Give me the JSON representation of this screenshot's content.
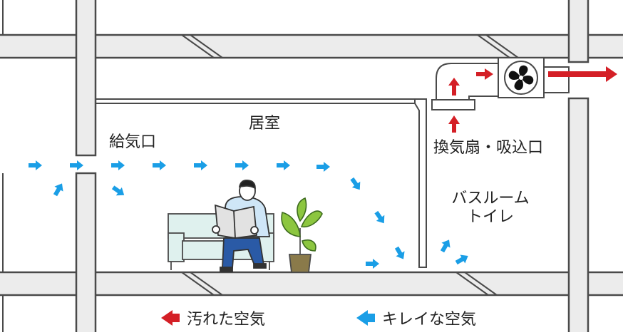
{
  "labels": {
    "living_room": "居室",
    "supply_inlet": "給気口",
    "exhaust_fan": "換気扇・吸込口",
    "bathroom_line1": "バスルーム",
    "bathroom_line2": "トイレ"
  },
  "legend": {
    "dirty_air": "汚れた空気",
    "clean_air": "キレイな空気"
  },
  "colors": {
    "wall_fill": "#ececec",
    "wall_stroke": "#4a4a4a",
    "clean_air": "#1a9ee6",
    "dirty_air": "#d41f26",
    "sofa": "#dff1ee",
    "shirt": "#cfe6f7",
    "pants": "#2a5aa6",
    "plant_leaf": "#8cc63f",
    "pot": "#8a7a4a"
  }
}
